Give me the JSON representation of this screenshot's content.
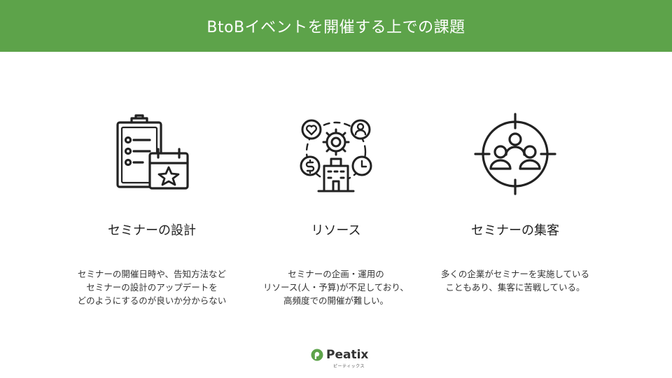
{
  "header": {
    "title": "BtoBイベントを開催する上での課題",
    "bg_color": "#5da34a"
  },
  "columns": [
    {
      "icon": "clipboard-calendar-icon",
      "title": "セミナーの設計",
      "desc": [
        "セミナーの開催日時や、告知方法など",
        "セミナーの設計のアップデートを",
        "どのようにするのが良いか分からない"
      ]
    },
    {
      "icon": "resources-icon",
      "title": "リソース",
      "desc": [
        "セミナーの企画・運用の",
        "リソース(人・予算)が不足しており、",
        "高頻度での開催が難しい。"
      ]
    },
    {
      "icon": "target-audience-icon",
      "title": "セミナーの集客",
      "desc": [
        "多くの企業がセミナーを実施している",
        "こともあり、集客に苦戦している。"
      ]
    }
  ],
  "logo": {
    "word": "Peatix",
    "sub": "ピーティックス",
    "accent": "#5da34a"
  }
}
